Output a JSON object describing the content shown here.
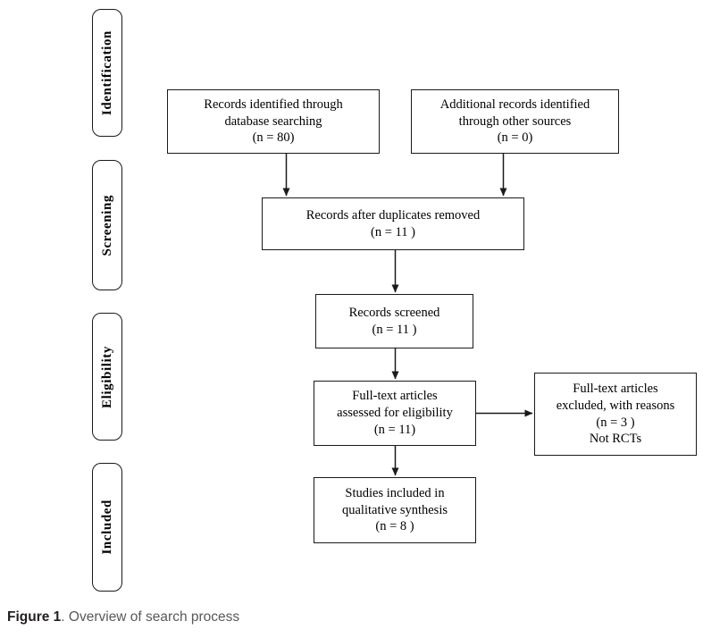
{
  "diagram": {
    "stages": [
      {
        "label": "Identification"
      },
      {
        "label": "Screening"
      },
      {
        "label": "Eligibility"
      },
      {
        "label": "Included"
      }
    ],
    "boxes": {
      "records_identified": {
        "text": "Records identified through\ndatabase searching\n(n = 80)"
      },
      "additional_records": {
        "text": "Additional records identified\nthrough other sources\n(n =  0)"
      },
      "duplicates_removed": {
        "text": "Records after duplicates removed\n(n =  11 )"
      },
      "records_screened": {
        "text": "Records screened\n(n =  11 )"
      },
      "fulltext_assessed": {
        "text": "Full-text articles\nassessed for eligibility\n(n =  11)"
      },
      "fulltext_excluded": {
        "text": "Full-text articles\nexcluded, with reasons\n(n =  3 )\nNot RCTs"
      },
      "studies_included": {
        "text": "Studies included in\nqualitative synthesis\n(n =  8 )"
      }
    },
    "counts": {
      "database_searching": 80,
      "other_sources": 0,
      "after_duplicates_removed": 11,
      "records_screened": 11,
      "fulltext_assessed": 11,
      "fulltext_excluded": 3,
      "studies_included_qualitative": 8
    },
    "exclusion_reason": "Not RCTs"
  },
  "caption": {
    "figure_label": "Figure 1",
    "text": ". Overview of search process"
  },
  "colors": {
    "background": "#ffffff",
    "line": "#1a1a1a",
    "box_text": "#000000",
    "caption_label": "#231f20",
    "caption_text": "#58595b"
  }
}
